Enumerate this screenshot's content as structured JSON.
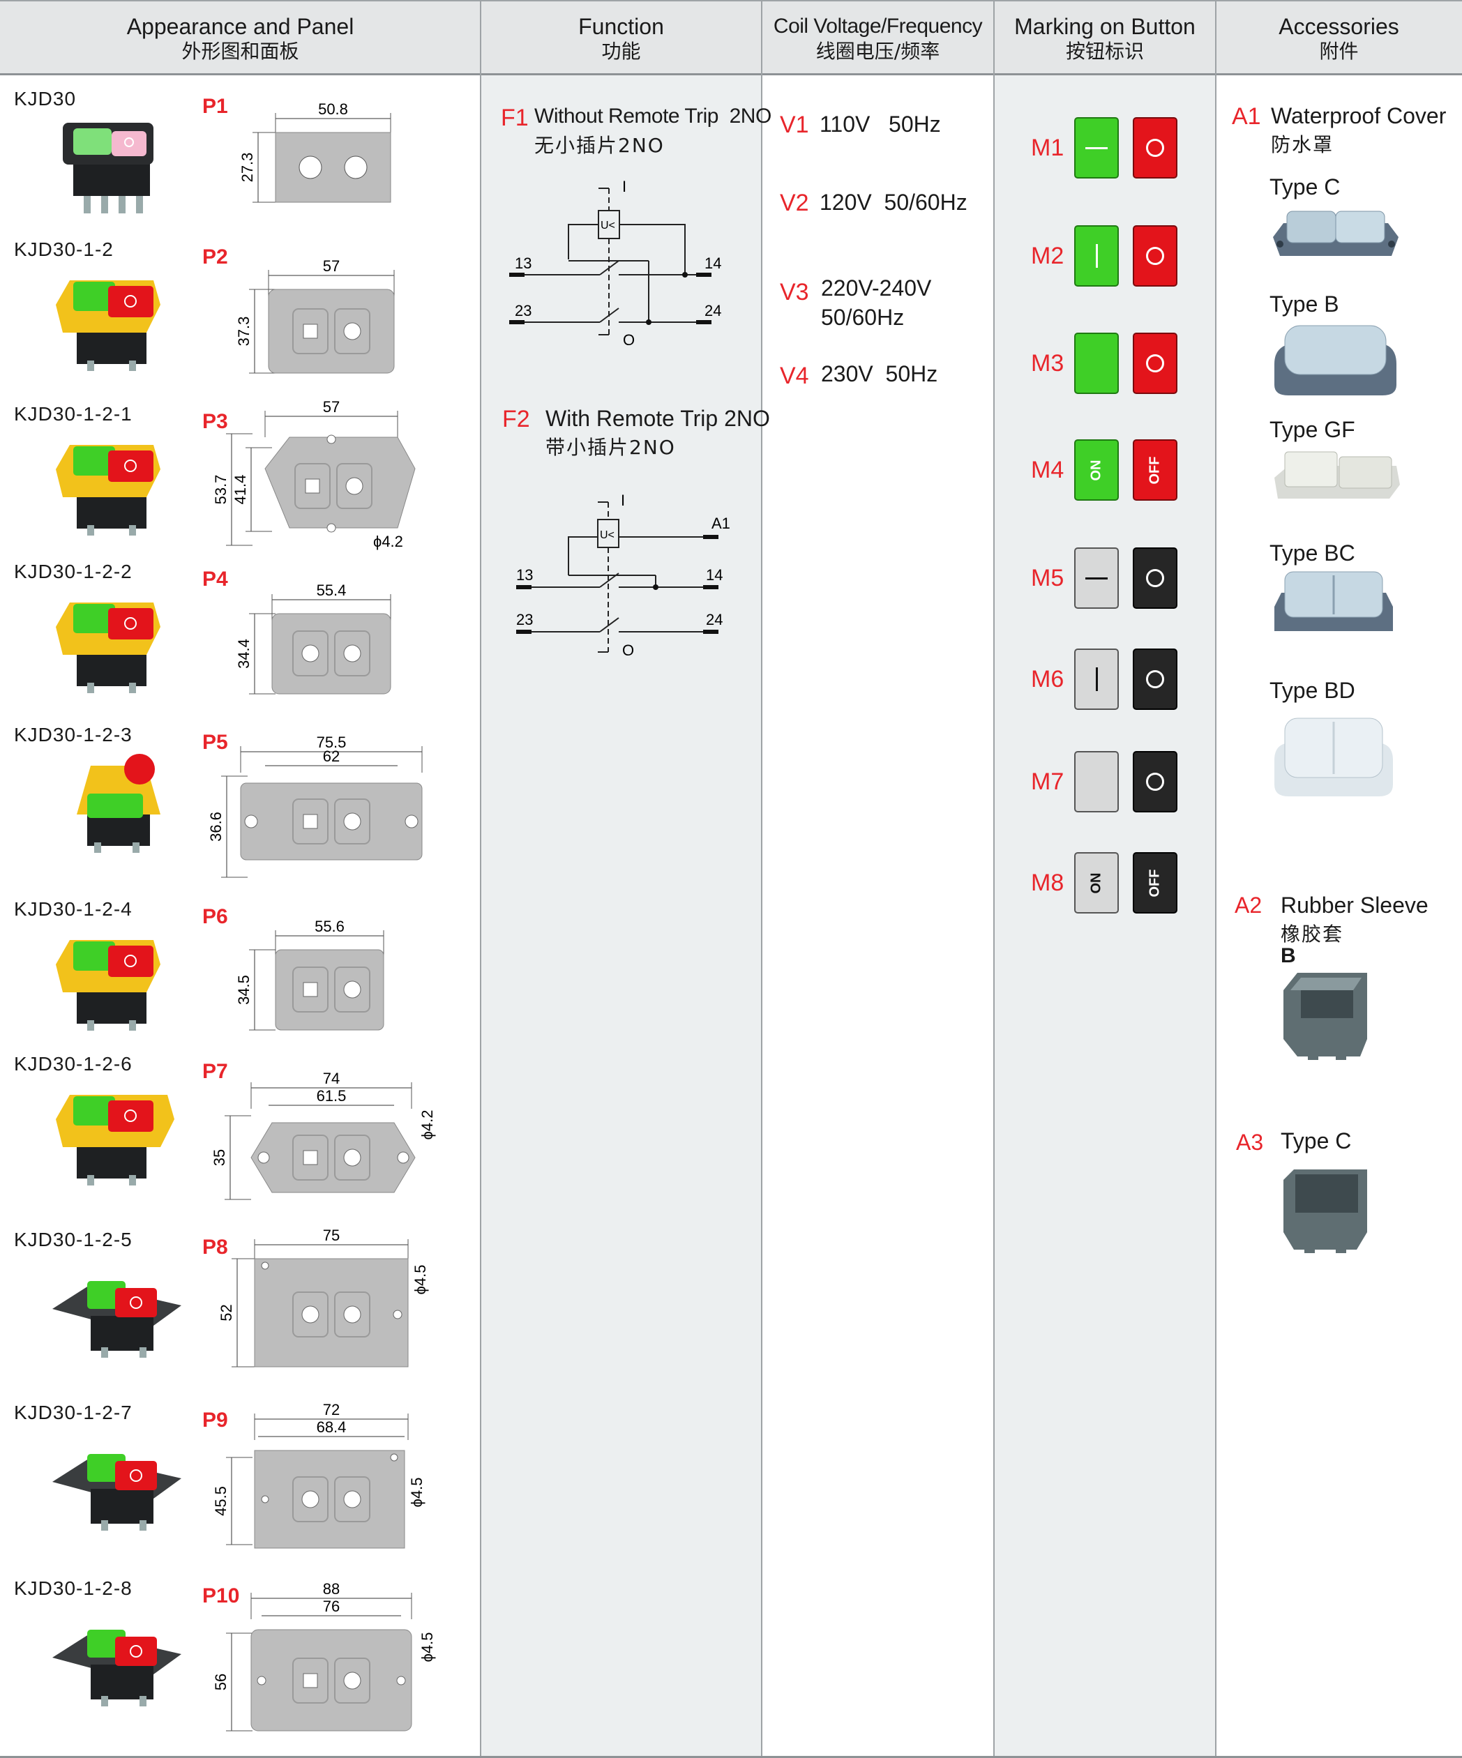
{
  "header": {
    "appearance": {
      "en": "Appearance and Panel",
      "cn": "外形图和面板"
    },
    "function": {
      "en": "Function",
      "cn": "功能"
    },
    "voltage": {
      "en": "Coil Voltage/Frequency",
      "cn": "线圈电压/频率"
    },
    "marking": {
      "en": "Marking on Button",
      "cn": "按钮标识"
    },
    "accessories": {
      "en": "Accessories",
      "cn": "附件"
    }
  },
  "models": [
    {
      "name": "KJD30",
      "panel": "P1",
      "dims": [
        "50.8",
        "27.3"
      ]
    },
    {
      "name": "KJD30-1-2",
      "panel": "P2",
      "dims": [
        "57",
        "37.3"
      ]
    },
    {
      "name": "KJD30-1-2-1",
      "panel": "P3",
      "dims": [
        "57",
        "53.7",
        "41.4",
        "ϕ4.2"
      ]
    },
    {
      "name": "KJD30-1-2-2",
      "panel": "P4",
      "dims": [
        "55.4",
        "34.4"
      ]
    },
    {
      "name": "KJD30-1-2-3",
      "panel": "P5",
      "dims": [
        "75.5",
        "62",
        "36.6"
      ]
    },
    {
      "name": "KJD30-1-2-4",
      "panel": "P6",
      "dims": [
        "55.6",
        "34.5"
      ]
    },
    {
      "name": "KJD30-1-2-6",
      "panel": "P7",
      "dims": [
        "74",
        "61.5",
        "35",
        "ϕ4.2"
      ]
    },
    {
      "name": "KJD30-1-2-5",
      "panel": "P8",
      "dims": [
        "75",
        "52",
        "ϕ4.5"
      ]
    },
    {
      "name": "KJD30-1-2-7",
      "panel": "P9",
      "dims": [
        "72",
        "68.4",
        "45.5",
        "ϕ4.5"
      ]
    },
    {
      "name": "KJD30-1-2-8",
      "panel": "P10",
      "dims": [
        "88",
        "76",
        "56",
        "ϕ4.5"
      ]
    }
  ],
  "functions": [
    {
      "code": "F1",
      "en": "Without Remote Trip  2NO",
      "cn": "无小插片2NO",
      "labels": {
        "i": "I",
        "u": "U<",
        "t13": "13",
        "t14": "14",
        "t23": "23",
        "t24": "24",
        "o": "O"
      }
    },
    {
      "code": "F2",
      "en": "With Remote Trip 2NO",
      "cn": "带小插片2NO",
      "labels": {
        "i": "I",
        "u": "U<",
        "a1": "A1",
        "t13": "13",
        "t14": "14",
        "t23": "23",
        "t24": "24",
        "o": "O"
      }
    }
  ],
  "voltages": [
    {
      "code": "V1",
      "value": "110V   50Hz"
    },
    {
      "code": "V2",
      "value": "120V  50/60Hz"
    },
    {
      "code": "V3",
      "value": "220V-240V",
      "value2": "50/60Hz"
    },
    {
      "code": "V4",
      "value": "230V  50Hz"
    }
  ],
  "markings": [
    {
      "code": "M1",
      "left_text": "—",
      "left_style": "green",
      "right_style": "red"
    },
    {
      "code": "M2",
      "left_text": "|",
      "left_style": "green",
      "right_style": "red"
    },
    {
      "code": "M3",
      "left_text": "",
      "left_style": "green",
      "right_style": "red"
    },
    {
      "code": "M4",
      "left_text": "ON",
      "right_text": "OFF",
      "left_style": "green",
      "right_style": "red"
    },
    {
      "code": "M5",
      "left_text": "—",
      "left_style": "grey",
      "right_style": "black"
    },
    {
      "code": "M6",
      "left_text": "|",
      "left_style": "grey",
      "right_style": "black"
    },
    {
      "code": "M7",
      "left_text": "",
      "left_style": "grey",
      "right_style": "black"
    },
    {
      "code": "M8",
      "left_text": "ON",
      "right_text": "OFF",
      "left_style": "grey",
      "right_style": "black"
    }
  ],
  "accessories": {
    "a1": {
      "code": "A1",
      "en": "Waterproof Cover",
      "cn": "防水罩",
      "types": [
        "Type C",
        "Type B",
        "Type GF",
        "Type BC",
        "Type BD"
      ]
    },
    "a2": {
      "code": "A2",
      "en": "Rubber Sleeve",
      "cn": "橡胶套",
      "type": "B"
    },
    "a3": {
      "code": "A3",
      "en": "Type C"
    }
  },
  "colors": {
    "accent_red": "#e8252b",
    "column_bg": "#eceff0",
    "header_bg": "#e4e6e7",
    "button_green": "#3fcf27",
    "button_red": "#e3141b",
    "switch_yellow": "#f2c21b"
  }
}
